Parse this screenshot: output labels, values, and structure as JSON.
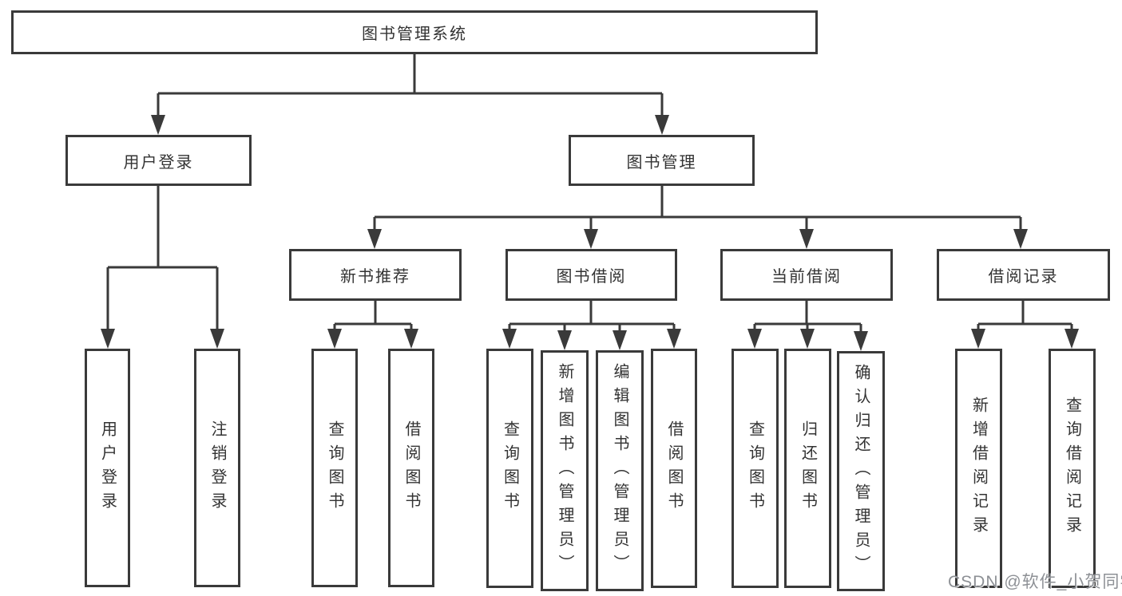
{
  "colors": {
    "background": "#ffffff",
    "line": "#3a3a3a",
    "text": "#333333",
    "watermark": "#8d9095"
  },
  "nodes": {
    "root": "图书管理系统",
    "level2": [
      "用户登录",
      "图书管理"
    ],
    "level3": [
      "新书推荐",
      "图书借阅",
      "当前借阅",
      "借阅记录"
    ],
    "leaves": [
      "用户登录",
      "注销登录",
      "查询图书",
      "借阅图书",
      "查询图书",
      "新增图书（管理员）",
      "编辑图书（管理员）",
      "借阅图书",
      "查询图书",
      "归还图书",
      "确认归还（管理员）",
      "新增借阅记录",
      "查询借阅记录"
    ]
  },
  "watermark": "CSDN @软件_小贺同学"
}
